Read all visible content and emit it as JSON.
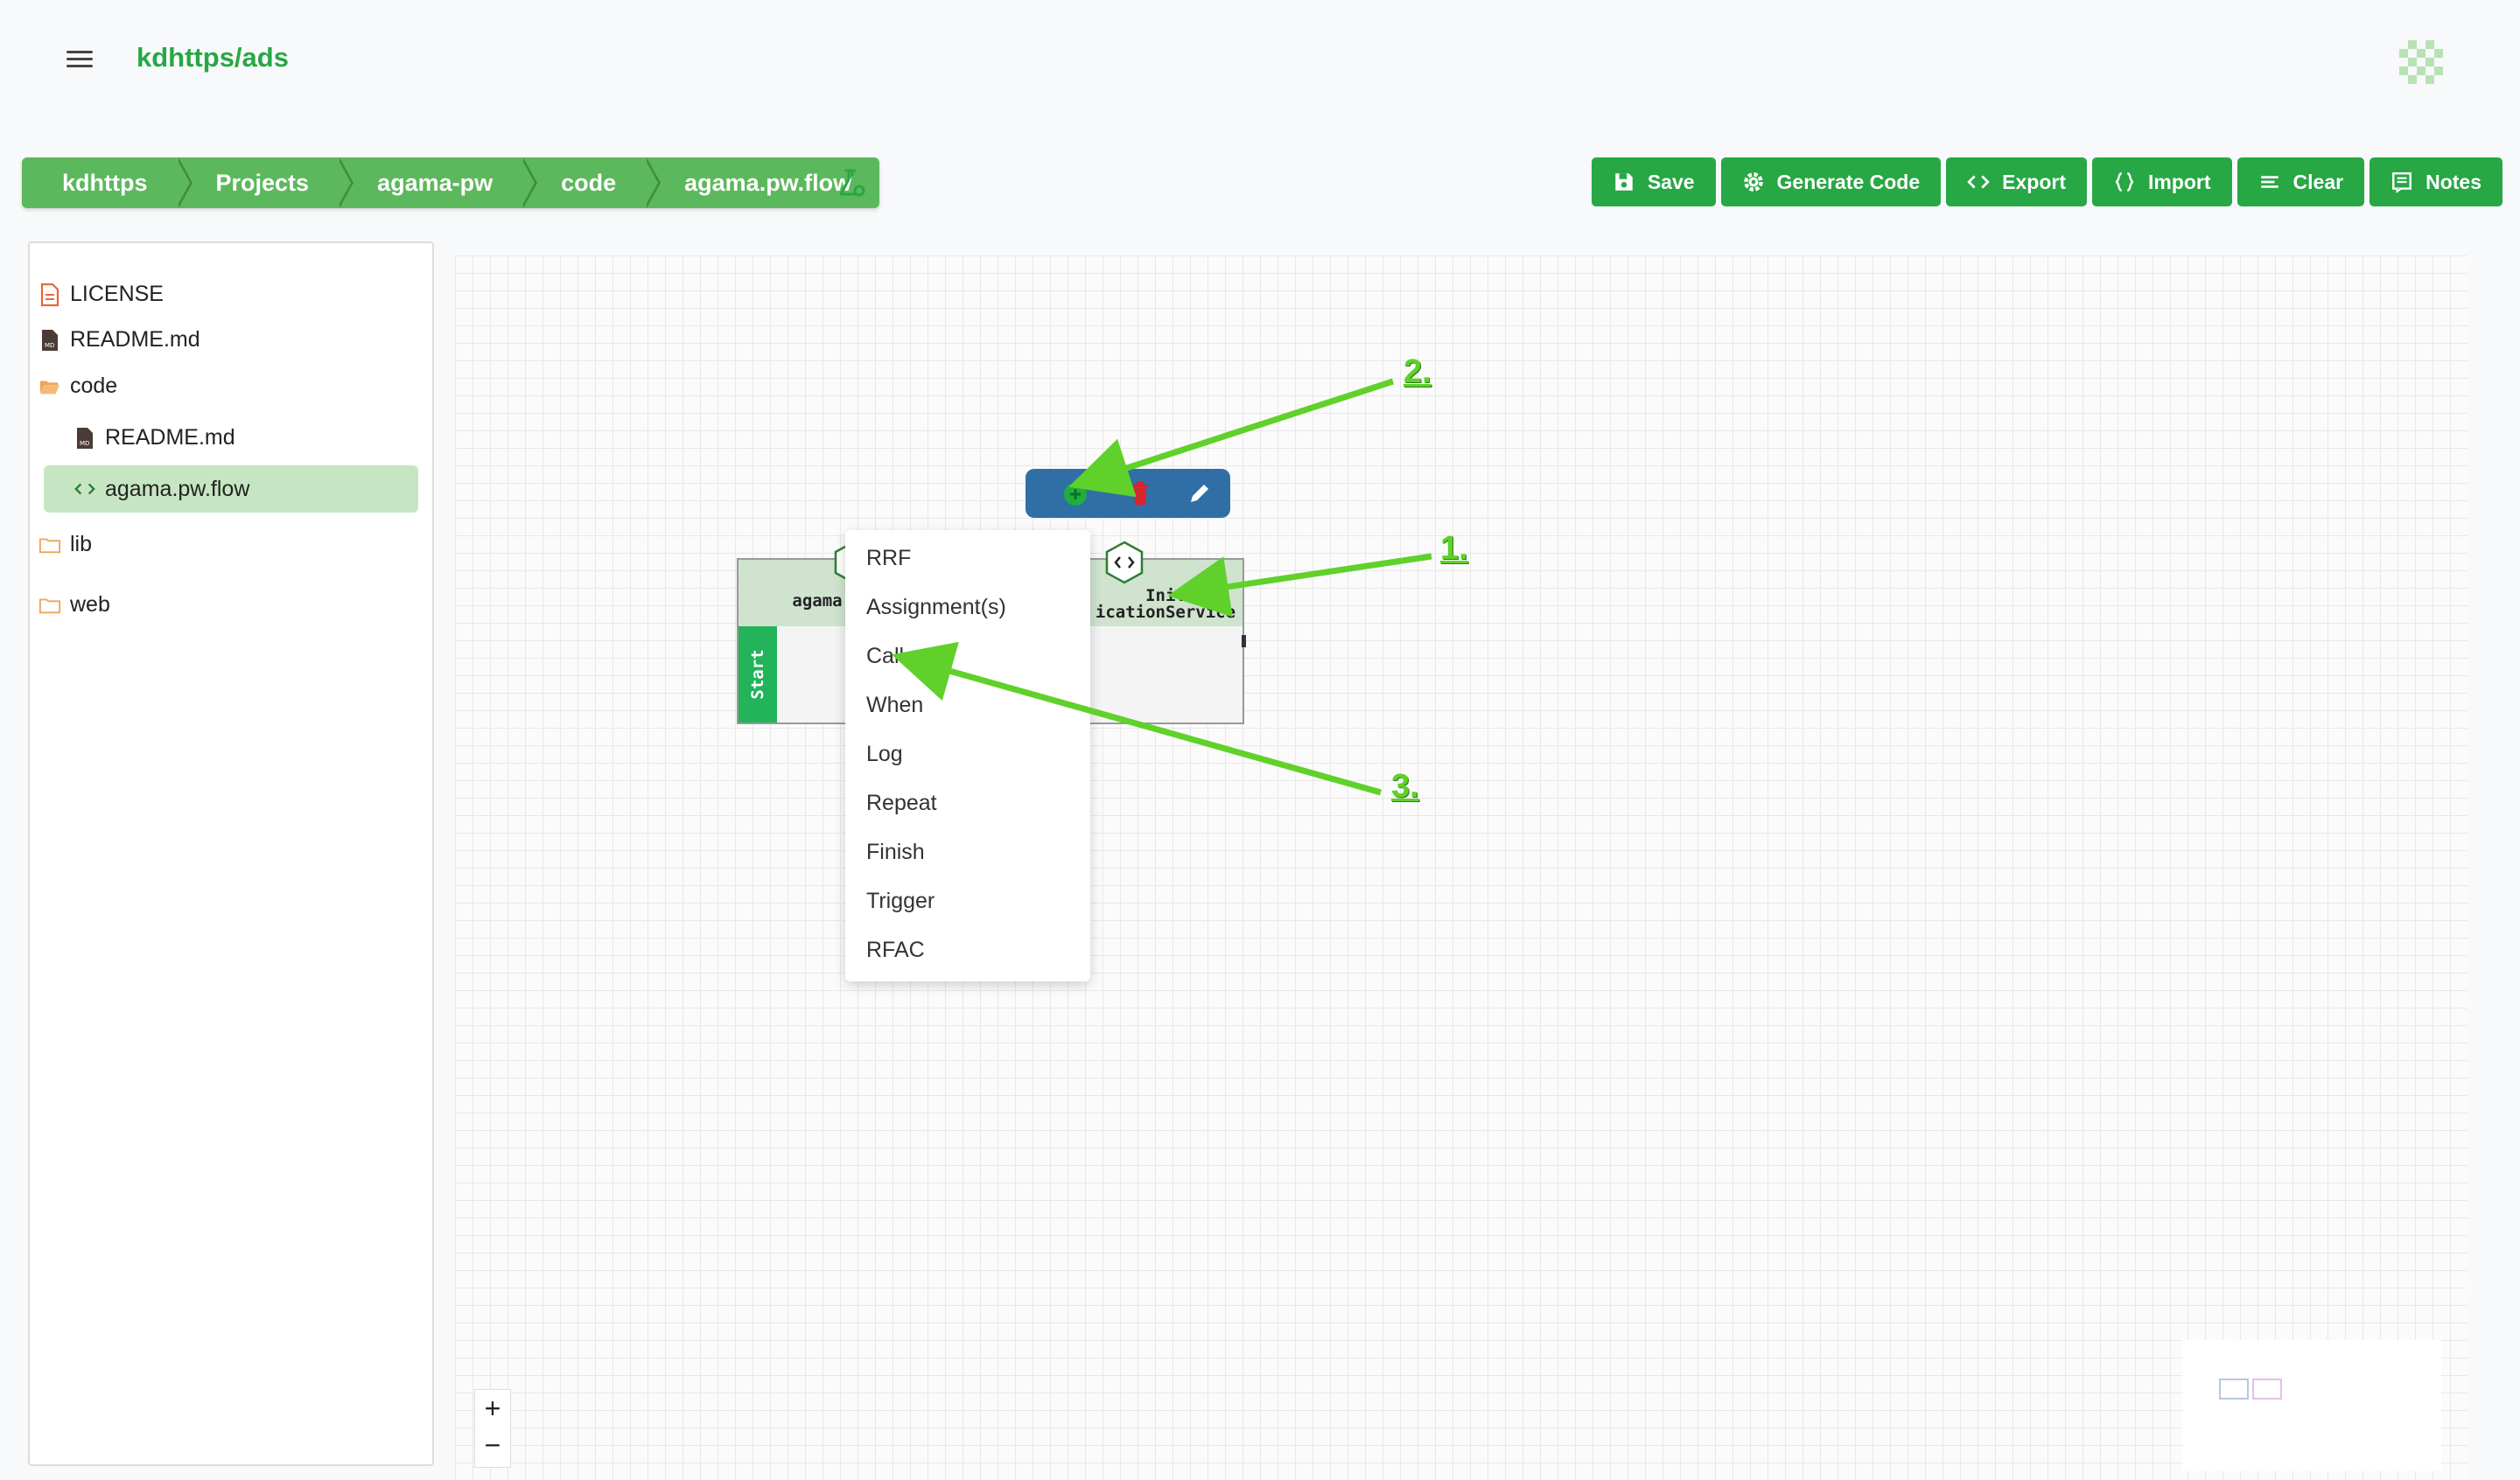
{
  "header": {
    "title": "kdhttps/ads"
  },
  "breadcrumb": [
    "kdhttps",
    "Projects",
    "agama-pw",
    "code",
    "agama.pw.flow"
  ],
  "toolbar": {
    "save": "Save",
    "generate": "Generate Code",
    "export": "Export",
    "import": "Import",
    "clear": "Clear",
    "notes": "Notes"
  },
  "files": {
    "license": "LICENSE",
    "readme": "README.md",
    "code": "code",
    "code_readme": "README.md",
    "flow": "agama.pw.flow",
    "lib": "lib",
    "web": "web"
  },
  "nodes": {
    "agama_label": "agama",
    "start_label": "Start",
    "init_label_1": "Init",
    "init_label_2": "icationService"
  },
  "menu": [
    "RRF",
    "Assignment(s)",
    "Call",
    "When",
    "Log",
    "Repeat",
    "Finish",
    "Trigger",
    "RFAC"
  ],
  "annotations": {
    "a1": "1.",
    "a2": "2.",
    "a3": "3."
  },
  "zoom": {
    "in": "+",
    "out": "−"
  },
  "colors": {
    "brand": "#28a745",
    "node_toolbar": "#2f6fa6",
    "arrow": "#5fd12a"
  }
}
